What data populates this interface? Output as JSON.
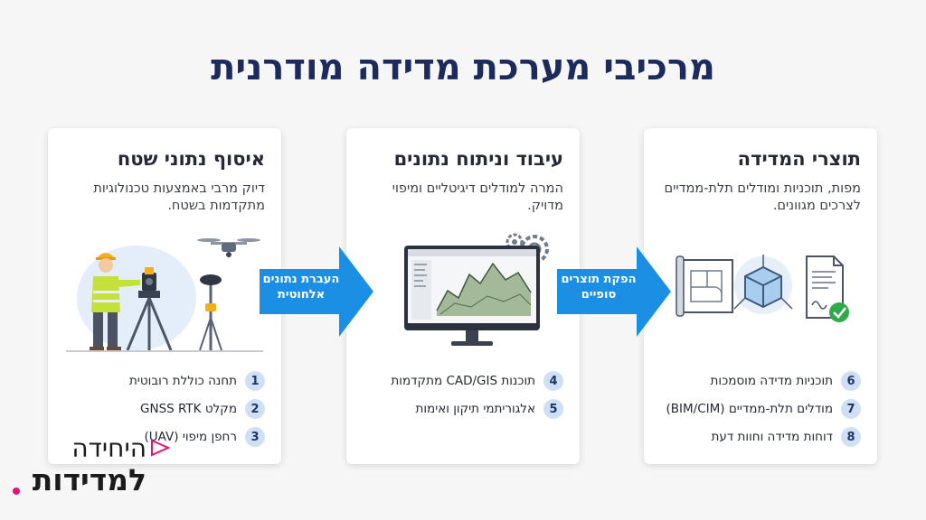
{
  "title": "מרכיבי מערכת מדידה מודרנית",
  "colors": {
    "title": "#1c2a5c",
    "arrow": "#1a8fe3",
    "badge": "#cfe0f6",
    "accent": "#e0137a"
  },
  "cards": [
    {
      "title": "איסוף נתוני שטח",
      "desc": "דיוק מרבי באמצעות טכנולוגיות מתקדמות בשטח.",
      "art": "surveyor-total-station-drone-gnss-illustration",
      "items": [
        {
          "num": "1",
          "label": "תחנה כוללת רובוטית"
        },
        {
          "num": "2",
          "label": "מקלט GNSS RTK"
        },
        {
          "num": "3",
          "label": "רחפן מיפוי (UAV)"
        }
      ]
    },
    {
      "title": "עיבוד וניתוח נתונים",
      "desc": "המרה למודלים דיגיטליים ומיפוי מדויק.",
      "art": "monitor-terrain-model-gears-illustration",
      "items": [
        {
          "num": "4",
          "label": "תוכנות CAD/GIS מתקדמות"
        },
        {
          "num": "5",
          "label": "אלגוריתמי תיקון ואימות"
        }
      ]
    },
    {
      "title": "תוצרי המדידה",
      "desc": "מפות, תוכניות ומודלים תלת-ממדיים לצרכים מגוונים.",
      "art": "blueprint-3d-cube-certified-report-illustration",
      "items": [
        {
          "num": "6",
          "label": "תוכניות מדידה מוסמכות"
        },
        {
          "num": "7",
          "label": "מודלים תלת-ממדיים (BIM/CIM)"
        },
        {
          "num": "8",
          "label": "דוחות מדידה וחוות דעת"
        }
      ]
    }
  ],
  "arrows": [
    {
      "label": "העברת נתונים אלחוטית"
    },
    {
      "label": "הפקת תוצרים סופיים"
    }
  ],
  "logo": {
    "line1": "היחידה",
    "line2": "למדידות"
  }
}
